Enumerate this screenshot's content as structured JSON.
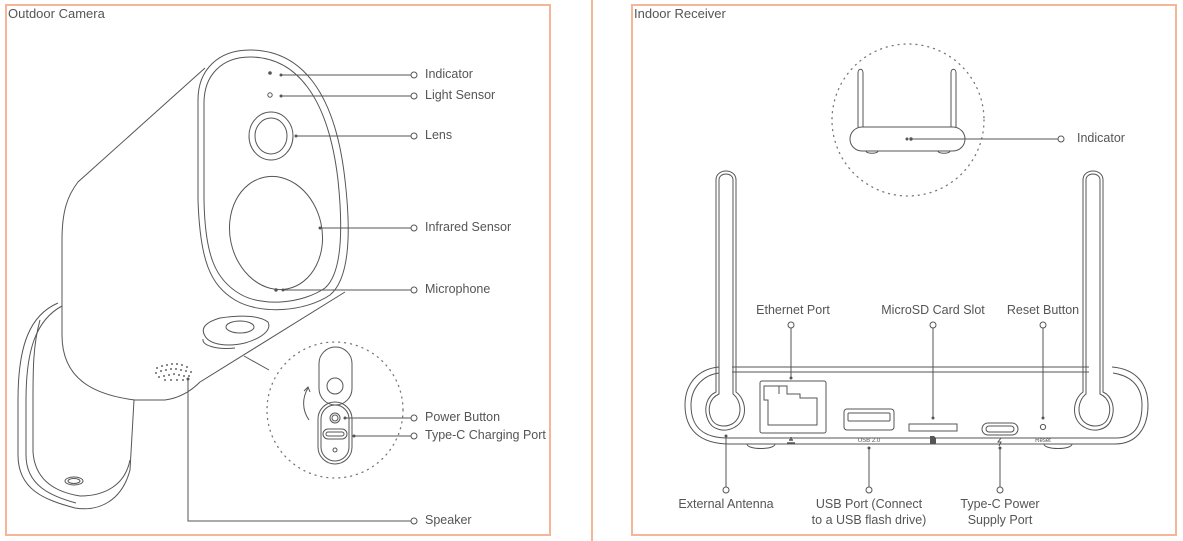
{
  "camera_panel": {
    "title": "Outdoor Camera",
    "labels": {
      "indicator": "Indicator",
      "light_sensor": "Light Sensor",
      "lens": "Lens",
      "infrared_sensor": "Infrared Sensor",
      "microphone": "Microphone",
      "power_button": "Power Button",
      "type_c_charging_port": "Type-C Charging Port",
      "speaker": "Speaker"
    }
  },
  "receiver_panel": {
    "title": "Indoor Receiver",
    "labels": {
      "indicator": "Indicator",
      "ethernet_port": "Ethernet Port",
      "microsd_card_slot": "MicroSD Card Slot",
      "reset_button": "Reset Button",
      "external_antenna": "External Antenna",
      "usb_port_line1": "USB Port (Connect",
      "usb_port_line2": "to a USB flash drive)",
      "type_c_power_line1": "Type-C Power",
      "type_c_power_line2": "Supply Port"
    },
    "port_markings": {
      "usb": "USB 2.0",
      "reset": "Reset"
    },
    "icons": [
      "ethernet-icon",
      "sd-card-icon",
      "lightning-icon"
    ]
  },
  "colors": {
    "frame": "#f5b597",
    "line": "#555555",
    "text": "#555555"
  }
}
